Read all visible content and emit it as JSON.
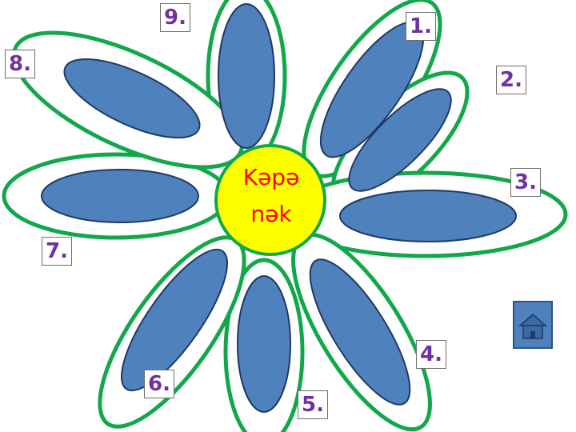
{
  "center": {
    "line1": "Kəpə",
    "line2": "nək"
  },
  "petals": [
    "1.",
    "2.",
    "3.",
    "4.",
    "5.",
    "6.",
    "7.",
    "8.",
    "9."
  ],
  "colors": {
    "petal_fill": "#4f81bd",
    "petal_outline": "#0a8a3a",
    "center_fill": "#ffff00",
    "number_text": "#7030a0",
    "center_text": "#ff0000"
  },
  "home_icon": "house-icon"
}
